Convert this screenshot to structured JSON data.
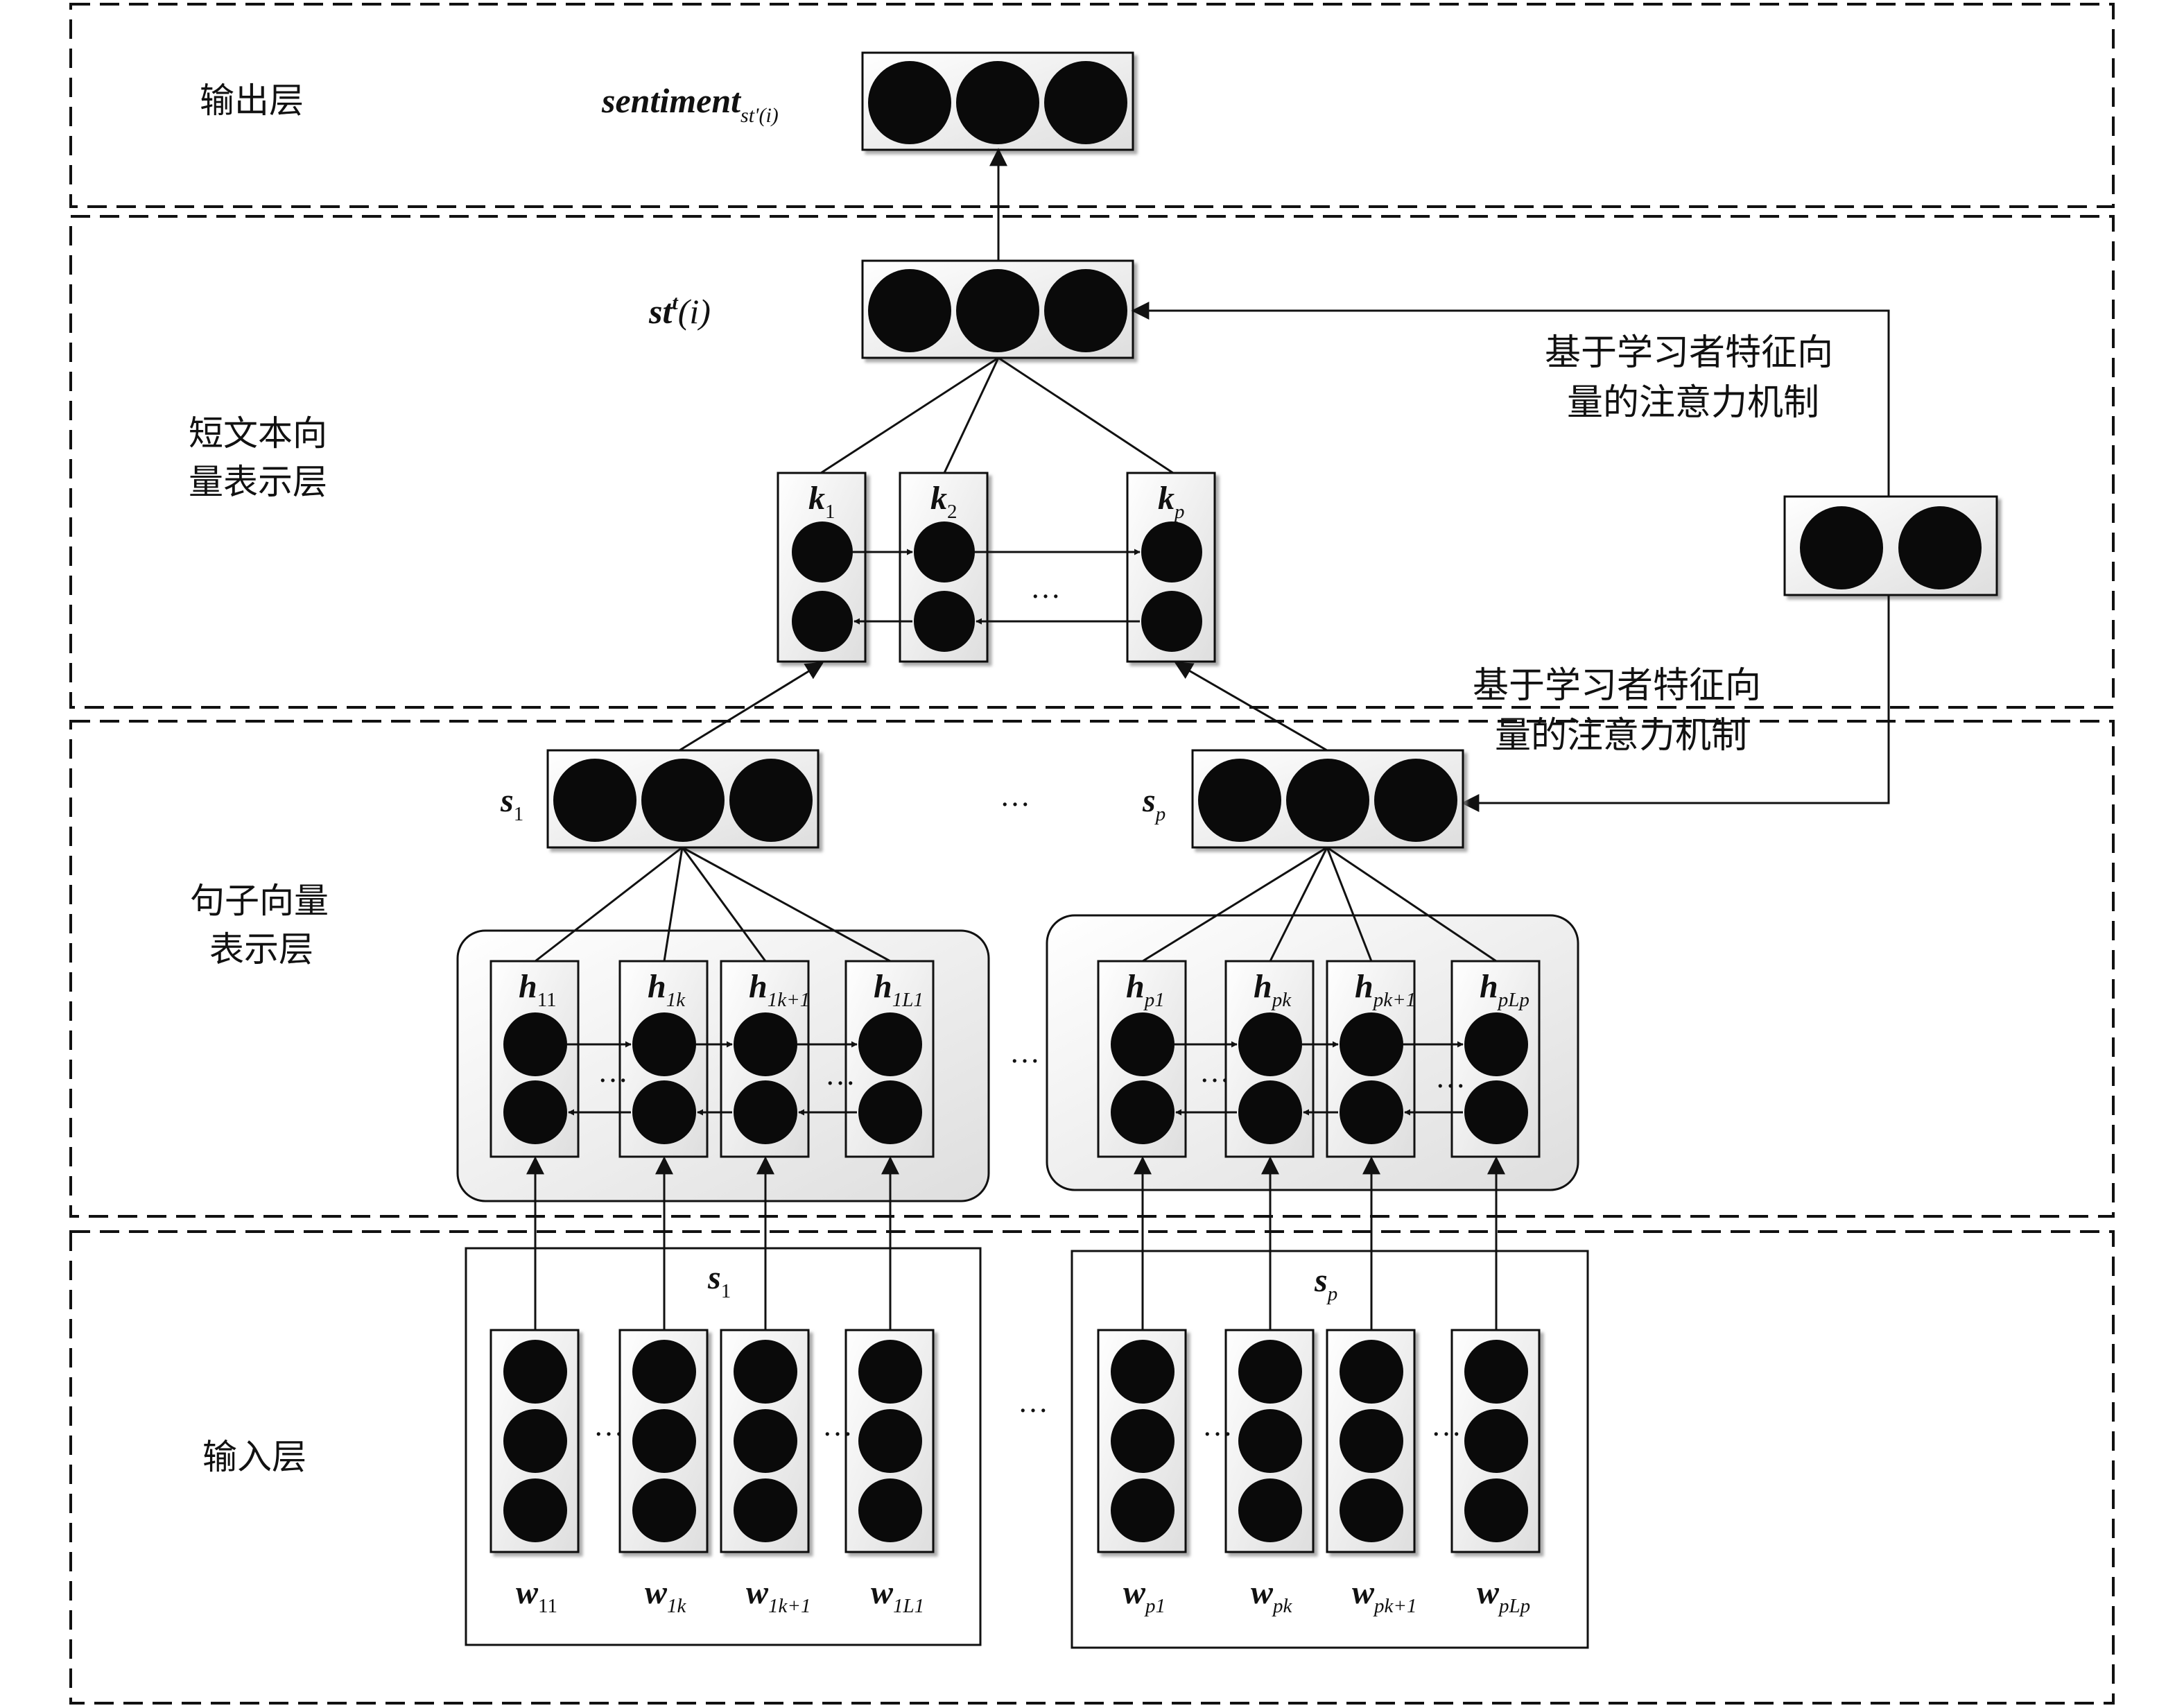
{
  "layers": {
    "output": "输出层",
    "shorttext": [
      "短文本向",
      "量表示层"
    ],
    "sentence": [
      "句子向量",
      "表示层"
    ],
    "input": "输入层"
  },
  "attention": {
    "upper": [
      "基于学习者特征向",
      "量的注意力机制"
    ],
    "lower": [
      "基于学习者特征向",
      "量的注意力机制"
    ]
  },
  "labels": {
    "sentiment": {
      "main": "sentiment",
      "sub": "st'(i)"
    },
    "st": {
      "main": "st",
      "sup": "t",
      "rest": "(i)"
    },
    "k1": {
      "main": "k",
      "sub": "1"
    },
    "k2": {
      "main": "k",
      "sub": "2"
    },
    "kp": {
      "main": "k",
      "sub": "p"
    },
    "s1_vec": {
      "main": "s",
      "sub": "1"
    },
    "sp_vec": {
      "main": "s",
      "sub": "p"
    },
    "s1_group": {
      "main": "s",
      "sub": "1"
    },
    "sp_group": {
      "main": "s",
      "sub": "p"
    },
    "h_group1": [
      {
        "main": "h",
        "sub": "11"
      },
      {
        "main": "h",
        "sub": "1k"
      },
      {
        "main": "h",
        "sub": "1k+1"
      },
      {
        "main": "h",
        "sub": "1L1"
      }
    ],
    "h_group2": [
      {
        "main": "h",
        "sub": "p1"
      },
      {
        "main": "h",
        "sub": "pk"
      },
      {
        "main": "h",
        "sub": "pk+1"
      },
      {
        "main": "h",
        "sub": "pLp"
      }
    ],
    "w_group1": [
      {
        "main": "w",
        "sub": "11"
      },
      {
        "main": "w",
        "sub": "1k"
      },
      {
        "main": "w",
        "sub": "1k+1"
      },
      {
        "main": "w",
        "sub": "1L1"
      }
    ],
    "w_group2": [
      {
        "main": "w",
        "sub": "p1"
      },
      {
        "main": "w",
        "sub": "pk"
      },
      {
        "main": "w",
        "sub": "pk+1"
      },
      {
        "main": "w",
        "sub": "pLp"
      }
    ]
  },
  "ellipsis": "…",
  "colors": {
    "node": "#0a0a0a",
    "box_fill": "#efefef",
    "stroke": "#111111"
  }
}
